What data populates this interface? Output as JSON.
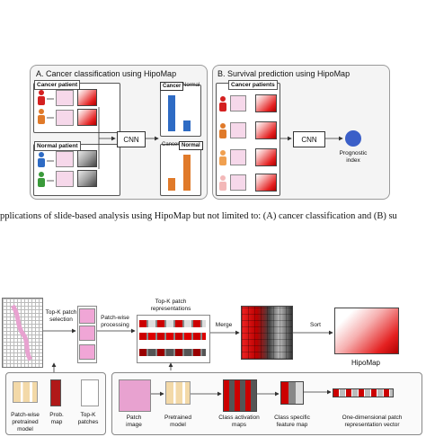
{
  "top": {
    "panel_a_title": "A. Cancer classification using HipoMap",
    "panel_b_title": "B. Survival prediction using HipoMap",
    "cancer_patient": "Cancer patient",
    "normal_patient": "Normal patient",
    "cancer_patients": "Cancer patients",
    "cnn": "CNN",
    "cancer": "Cancer",
    "normal": "Normal",
    "prognostic_index": "Prognostic index",
    "caption": "pplications of slide-based analysis using HipoMap but not limited to: (A) cancer classification and (B) su"
  },
  "bottom": {
    "topk_selection": "Top-K patch selection",
    "patchwise_processing": "Patch-wise processing",
    "topk_representations": "Top-K patch representations",
    "merge": "Merge",
    "sort": "Sort",
    "hipomap": "HipoMap",
    "patchwise_pretrained": "Patch-wise pretrained model",
    "prob_map": "Prob. map",
    "topk_patches": "Top-K patches",
    "patch_image": "Patch image",
    "pretrained_model": "Pretrained model",
    "cam": "Class activation maps",
    "class_specific": "Class specific feature map",
    "one_dim": "One-dimensional patch representation vector"
  },
  "colors": {
    "accent_red": "#d42020",
    "bar_blue": "#2e6bc4",
    "bar_orange": "#e07a2a",
    "prognostic_dot": "#3b5fc8"
  }
}
